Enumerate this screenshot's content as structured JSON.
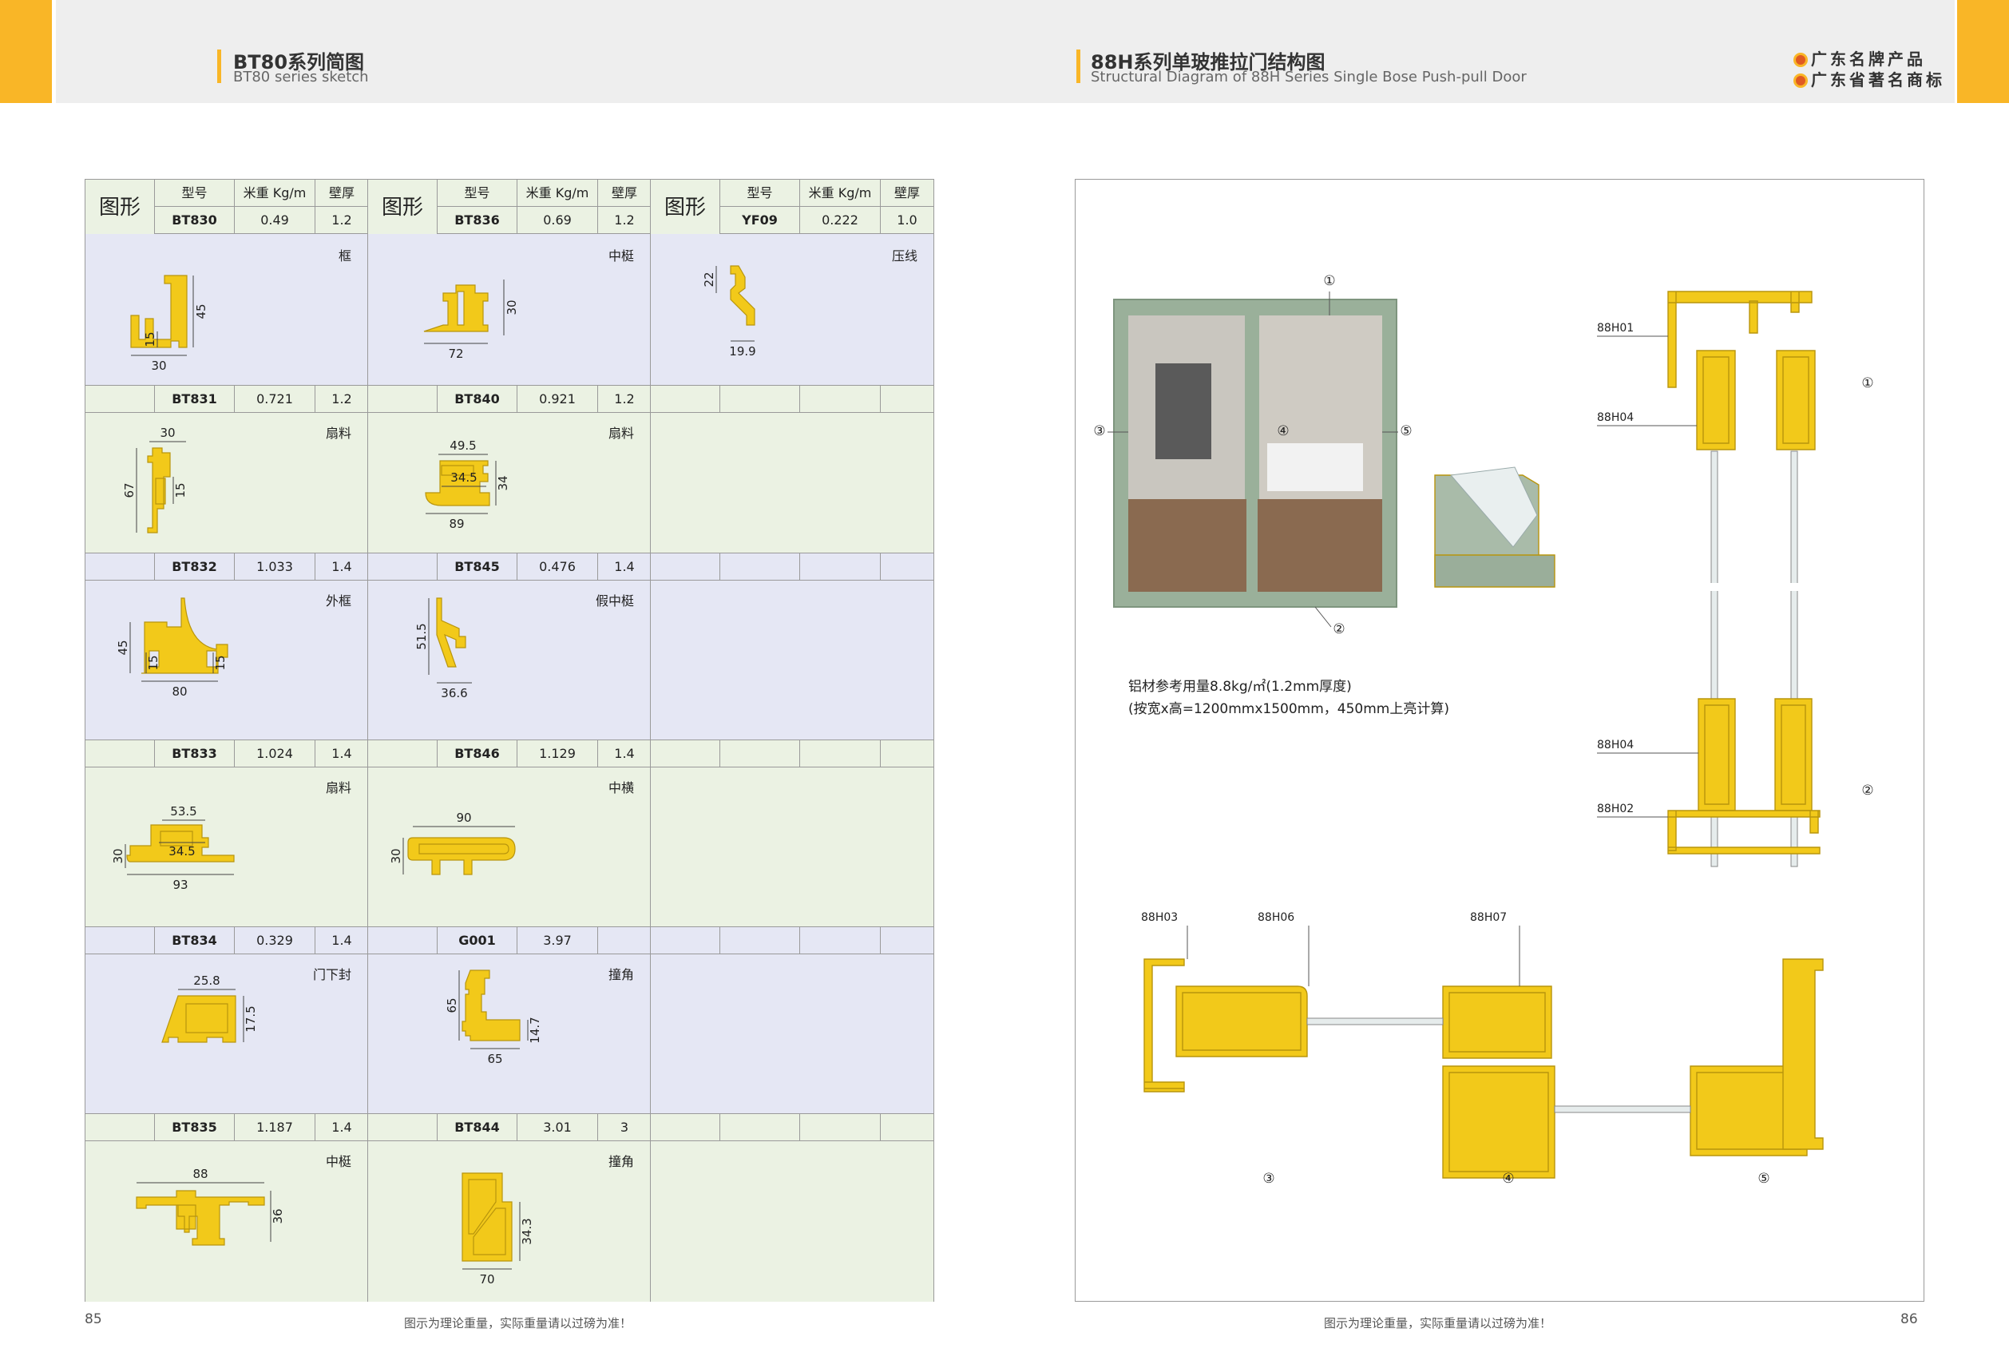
{
  "header": {
    "left_title": "BT80系列简图",
    "left_subtitle": "BT80 series sketch",
    "right_title": "88H系列单玻推拉门结构图",
    "right_subtitle": "Structural Diagram of 88H Series Single Bose Push-pull Door",
    "brand1": "广东名牌产品",
    "brand2": "广东省著名商标"
  },
  "table": {
    "head_label": "图形",
    "col_model": "型号",
    "col_weight": "米重 Kg/m",
    "col_wall": "壁厚",
    "top": [
      {
        "model": "BT830",
        "weight": "0.49",
        "wall": "1.2",
        "part": "框"
      },
      {
        "model": "BT836",
        "weight": "0.69",
        "wall": "1.2",
        "part": "中梃"
      },
      {
        "model": "YF09",
        "weight": "0.222",
        "wall": "1.0",
        "part": "压线"
      }
    ],
    "rows": [
      [
        {
          "model": "BT831",
          "weight": "0.721",
          "wall": "1.2",
          "part": "扇料"
        },
        {
          "model": "BT840",
          "weight": "0.921",
          "wall": "1.2",
          "part": "扇料"
        },
        {
          "model": "",
          "weight": "",
          "wall": "",
          "part": ""
        }
      ],
      [
        {
          "model": "BT832",
          "weight": "1.033",
          "wall": "1.4",
          "part": "外框"
        },
        {
          "model": "BT845",
          "weight": "0.476",
          "wall": "1.4",
          "part": "假中梃"
        },
        {
          "model": "",
          "weight": "",
          "wall": "",
          "part": ""
        }
      ],
      [
        {
          "model": "BT833",
          "weight": "1.024",
          "wall": "1.4",
          "part": "扇料"
        },
        {
          "model": "BT846",
          "weight": "1.129",
          "wall": "1.4",
          "part": "中横"
        },
        {
          "model": "",
          "weight": "",
          "wall": "",
          "part": ""
        }
      ],
      [
        {
          "model": "BT834",
          "weight": "0.329",
          "wall": "1.4",
          "part": "门下封"
        },
        {
          "model": "G001",
          "weight": "3.97",
          "wall": "",
          "part": "撞角"
        },
        {
          "model": "",
          "weight": "",
          "wall": "",
          "part": ""
        }
      ],
      [
        {
          "model": "BT835",
          "weight": "1.187",
          "wall": "1.4",
          "part": "中梃"
        },
        {
          "model": "BT844",
          "weight": "3.01",
          "wall": "3",
          "part": "撞角"
        },
        {
          "model": "",
          "weight": "",
          "wall": "",
          "part": ""
        }
      ]
    ]
  },
  "dims": {
    "bt830": [
      "45",
      "15",
      "30"
    ],
    "bt836": [
      "30",
      "72"
    ],
    "yf09": [
      "22",
      "19.9"
    ],
    "bt831": [
      "30",
      "67",
      "15"
    ],
    "bt840": [
      "49.5",
      "34.5",
      "34",
      "89"
    ],
    "bt832": [
      "45",
      "15",
      "15",
      "80"
    ],
    "bt845": [
      "51.5",
      "36.6"
    ],
    "bt833": [
      "53.5",
      "30",
      "34.5",
      "93"
    ],
    "bt846": [
      "90",
      "30"
    ],
    "bt834": [
      "25.8",
      "17.5"
    ],
    "g001": [
      "65",
      "14.7",
      "65"
    ],
    "bt835": [
      "88",
      "36"
    ],
    "bt844": [
      "34.3",
      "70"
    ]
  },
  "right": {
    "marks": [
      "①",
      "②",
      "③",
      "④",
      "⑤"
    ],
    "codes": [
      "88H01",
      "88H04",
      "88H04",
      "88H02",
      "88H03",
      "88H06",
      "88H07"
    ],
    "note1": "铝材参考用量8.8kg/㎡(1.2mm厚度)",
    "note2": "(按宽x高=1200mmx1500mm，450mm上亮计算)"
  },
  "footer": {
    "left_page": "85",
    "right_page": "86",
    "note_left": "图示为理论重量，实际重量请以过磅为准！",
    "note_right": "图示为理论重量，实际重量请以过磅为准！"
  },
  "colors": {
    "accent": "#f9b627",
    "profile": "#f2c91a",
    "row_blue": "#e5e7f4",
    "row_green": "#ebf2e3"
  }
}
